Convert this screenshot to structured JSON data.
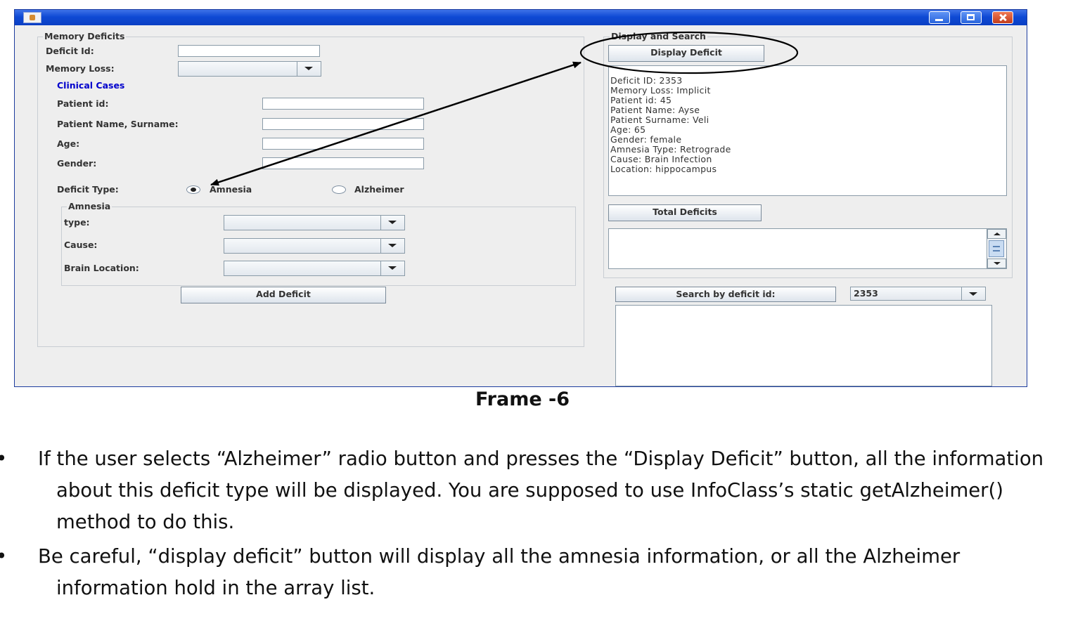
{
  "window": {
    "left_panel": {
      "title": "Memory Deficits",
      "deficit_id_label": "Deficit Id:",
      "memory_loss_label": "Memory Loss:",
      "clinical_cases_label": "Clinical Cases",
      "patient_id_label": "Patient id:",
      "patient_name_label": "Patient Name, Surname:",
      "age_label": "Age:",
      "gender_label": "Gender:",
      "deficit_type_label": "Deficit Type:",
      "radio_amnesia": "Amnesia",
      "radio_alzheimer": "Alzheimer",
      "selected_type": "Amnesia",
      "amnesia_group": {
        "title": "Amnesia",
        "type_label": "type:",
        "cause_label": "Cause:",
        "brain_location_label": "Brain Location:"
      },
      "add_button": "Add Deficit"
    },
    "right_panel": {
      "title": "Display and Search",
      "display_button": "Display Deficit",
      "display_output": [
        "Deficit ID: 2353",
        "Memory Loss: Implicit",
        "Patient id: 45",
        "Patient Name: Ayse",
        "Patient Surname: Veli",
        "Age: 65",
        "Gender: female",
        "Amnesia Type: Retrograde",
        "Cause: Brain Infection",
        "Location: hippocampus"
      ],
      "total_button": "Total Deficits",
      "search_button": "Search by deficit id:",
      "search_id_value": "2353"
    }
  },
  "caption": "Frame -6",
  "bullets": [
    "If the user selects “Alzheimer” radio button and presses the “Display Deficit” button, all the information about this deficit type will be displayed. You are supposed to use InfoClass’s static getAlzheimer() method to do this.",
    "Be careful, “display deficit” button will display all the amnesia information, or all the Alzheimer information hold in the array list."
  ],
  "colors": {
    "titlebar": "#0f4ad4",
    "window_bg": "#eeeeee",
    "clinical_cases": "#0000cc"
  }
}
